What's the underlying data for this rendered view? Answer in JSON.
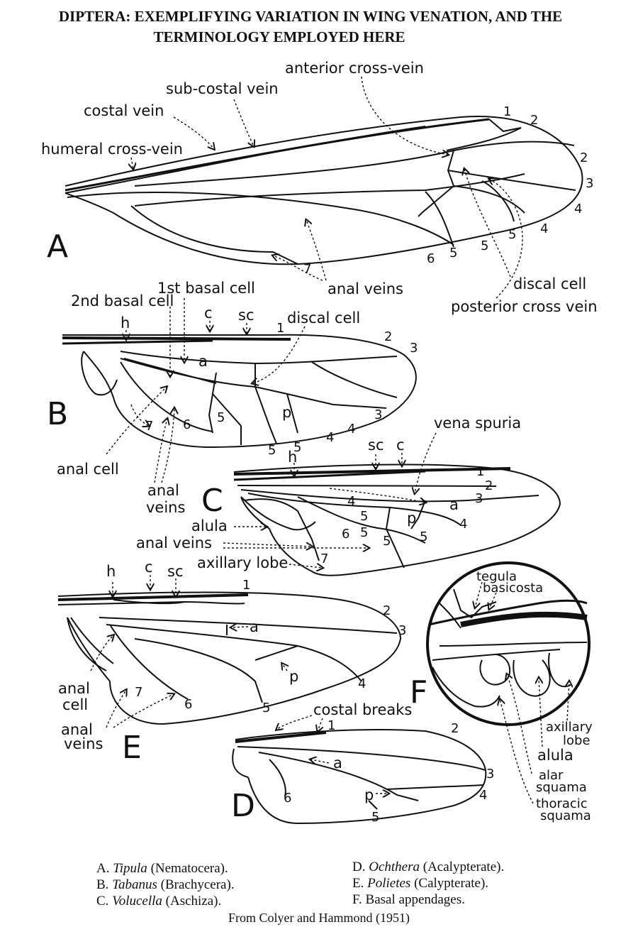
{
  "title": {
    "line1": "DIPTERA: EXEMPLIFYING VARIATION IN WING VENATION, AND THE",
    "line2": "TERMINOLOGY EMPLOYED HERE"
  },
  "labels": {
    "anterior_cross_vein": "anterior cross-vein",
    "sub_costal_vein": "sub-costal vein",
    "costal_vein": "costal vein",
    "humeral_cross_vein": "humeral cross-vein",
    "anal_veins": "anal veins",
    "discal_cell": "discal cell",
    "posterior_cross_vein": "posterior cross vein",
    "first_basal_cell": "1st basal cell",
    "second_basal_cell": "2nd basal cell",
    "anal_cell": "anal cell",
    "anal": "anal",
    "veins": "veins",
    "vena_spuria": "vena spuria",
    "alula": "alula",
    "axillary_lobe": "axillary lobe",
    "costal_breaks": "costal breaks",
    "tegula": "tegula",
    "basicosta": "basicosta",
    "axillary": "axillary",
    "lobe": "lobe",
    "alar": "alar",
    "squama": "squama",
    "thoracic": "thoracic",
    "cell": "cell",
    "h": "h",
    "c": "c",
    "sc": "sc",
    "a": "a",
    "p": "p",
    "n1": "1",
    "n2": "2",
    "n3": "3",
    "n4": "4",
    "n5": "5",
    "n6": "6",
    "n7": "7"
  },
  "panels": {
    "A": "A",
    "B": "B",
    "C": "C",
    "D": "D",
    "E": "E",
    "F": "F"
  },
  "caption": {
    "a_letter": "A.",
    "a_genus": "Tipula",
    "a_group": "(Nematocera).",
    "b_letter": "B.",
    "b_genus": "Tabanus",
    "b_group": "(Brachycera).",
    "c_letter": "C.",
    "c_genus": "Volucella",
    "c_group": "(Aschiza).",
    "d_letter": "D.",
    "d_genus": "Ochthera",
    "d_group": "(Acalypterate).",
    "e_letter": "E.",
    "e_genus": "Polietes",
    "e_group": "(Calypterate).",
    "f_letter": "F.",
    "f_text": "Basal appendages."
  },
  "credit": "From Colyer and Hammond (1951)"
}
